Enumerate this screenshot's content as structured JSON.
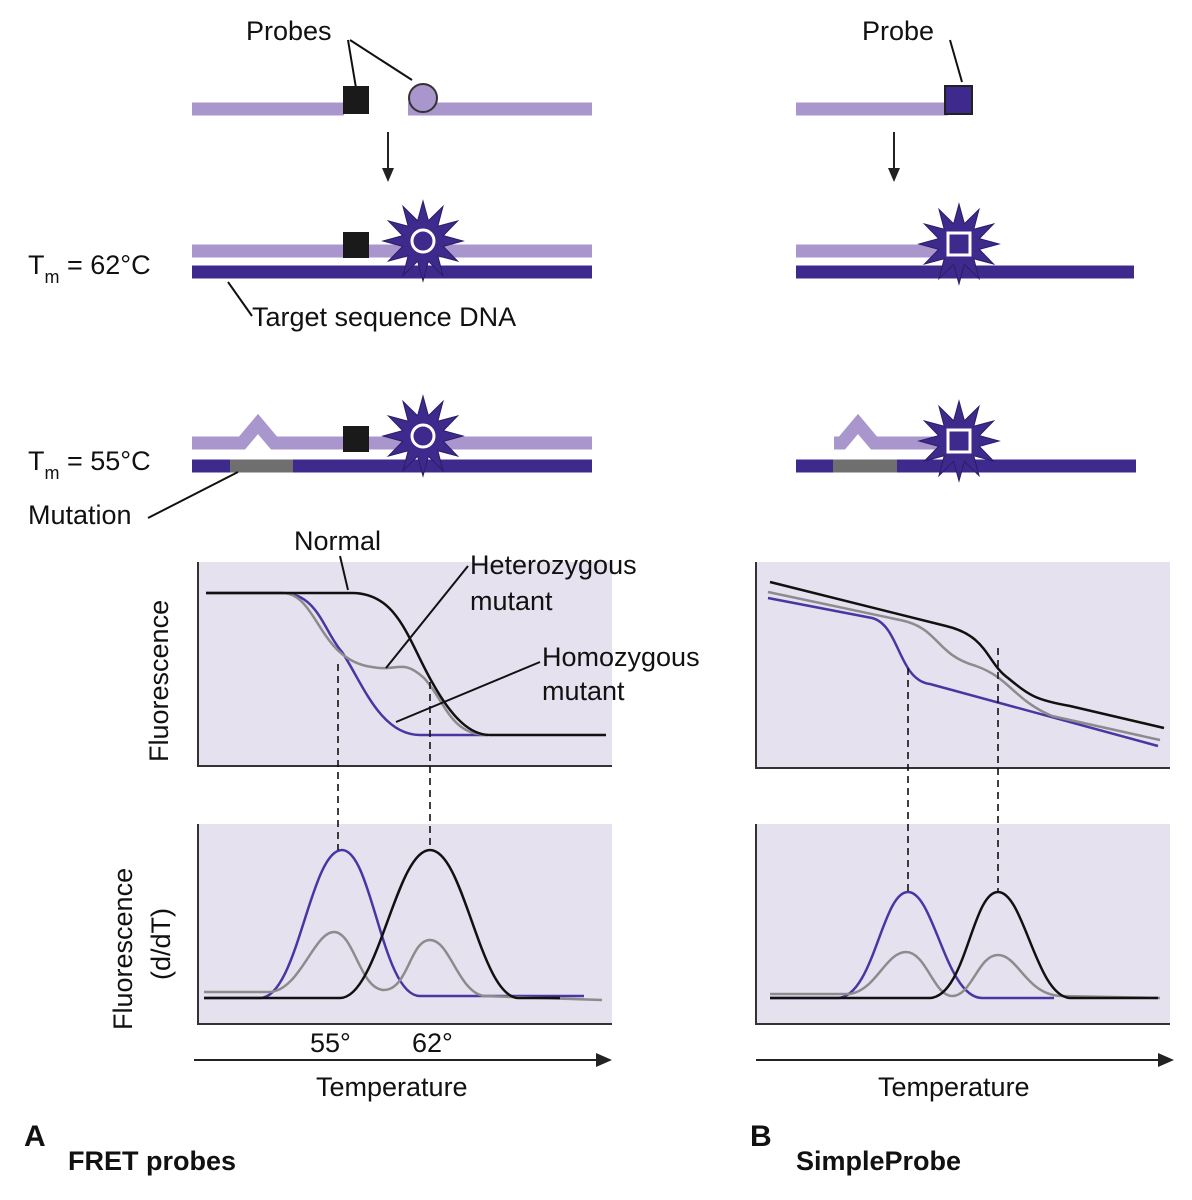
{
  "colors": {
    "light_strand": "#a996cc",
    "dark_strand": "#3d2a8c",
    "mutation_segment": "#6f6f6f",
    "quencher": "#1a1a1a",
    "plot_background": "#e6e1ef",
    "curve_normal": "#111111",
    "curve_heterozygous": "#8c8c8c",
    "curve_homozygous": "#4a35a3"
  },
  "panel_a": {
    "letter": "A",
    "title": "FRET probes",
    "probes_label": "Probes",
    "tm_normal": {
      "prefix": "T",
      "sub": "m",
      "rest": " = 62°C"
    },
    "target_label": "Target sequence DNA",
    "tm_mutant": {
      "prefix": "T",
      "sub": "m",
      "rest": " = 55°C"
    },
    "mutation_label": "Mutation",
    "curve_labels": {
      "normal": "Normal",
      "het_line1": "Heterozygous",
      "het_line2": "mutant",
      "homo_line1": "Homozygous",
      "homo_line2": "mutant"
    },
    "ylabel_top": "Fluorescence",
    "ylabel_bottom_line1": "Fluorescence",
    "ylabel_bottom_line2": "(d/dT)",
    "tick_55": "55°",
    "tick_62": "62°",
    "xlabel": "Temperature"
  },
  "panel_b": {
    "letter": "B",
    "title": "SimpleProbe",
    "probe_label": "Probe",
    "xlabel": "Temperature"
  },
  "icons": {
    "quencher": "black-square-icon",
    "donor": "circle-fluorophore-icon",
    "fluorescing_star": "star-burst-icon",
    "simpleprobe": "square-fluorophore-icon",
    "arrow": "down-arrow-icon"
  }
}
